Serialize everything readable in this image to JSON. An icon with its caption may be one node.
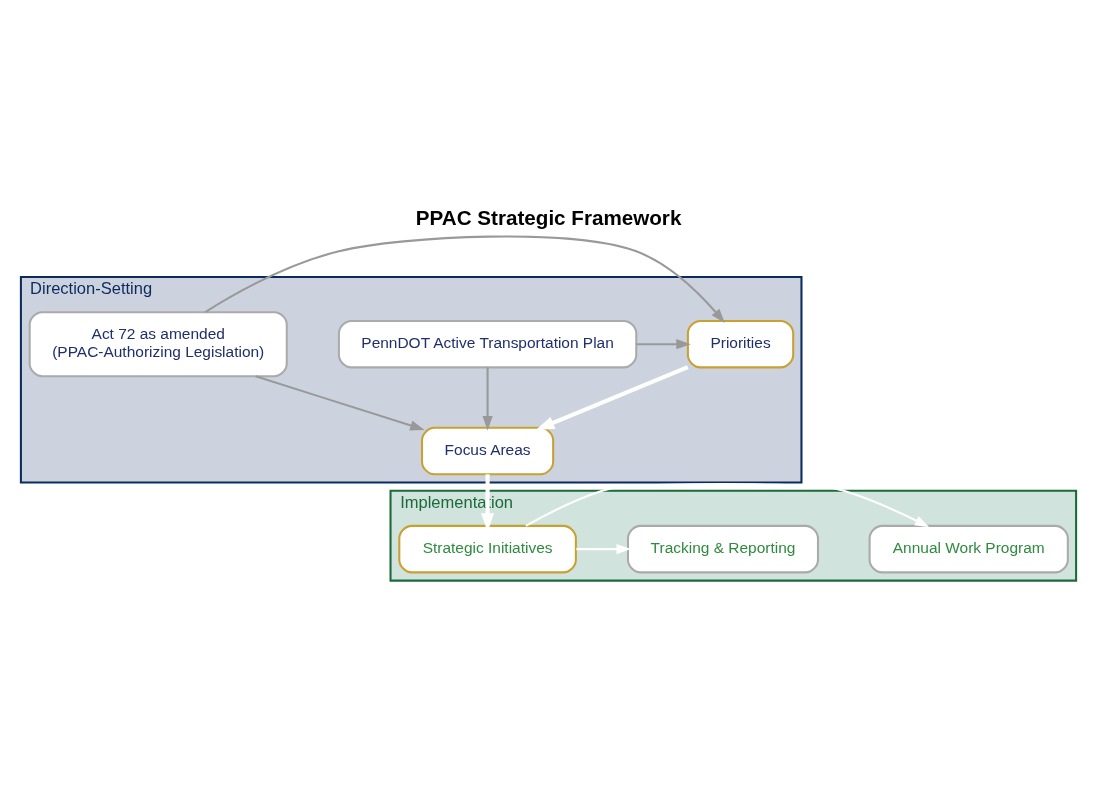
{
  "diagram": {
    "title": "PPAC Strategic Framework",
    "nodes": [
      {
        "text": [
          "Direction-Setting"
        ]
      },
      {
        "text": [
          "PennDOT Active Transportation Plan"
        ],
        "in": 0
      },
      {
        "text": [
          "Priorities"
        ],
        "in": 0
      },
      {
        "text": [
          "Focus Areas"
        ],
        "in": 0
      },
      {
        "text": [
          "Act 72 as amended",
          "(PPAC-Authorizing Legislation)"
        ],
        "in": 0
      },
      {
        "text": [
          "Implementation"
        ]
      },
      {
        "text": [
          "Annual Work Program"
        ],
        "in": 5
      },
      {
        "text": [
          "Strategic Initiatives"
        ],
        "in": 5
      },
      {
        "text": [
          "Tracking & Reporting"
        ],
        "in": 5
      }
    ],
    "edges": [
      {
        "from": 1,
        "to": 2,
        "arrow": "to",
        "color": "#999999"
      },
      {
        "from": 1,
        "to": 3,
        "arrow": "to",
        "color": "#999999"
      },
      {
        "from": 4,
        "to": 2,
        "arrow": "to",
        "color": "#999999"
      },
      {
        "from": 4,
        "to": 3,
        "arrow": "to",
        "color": "#999999"
      },
      {
        "from": 2,
        "to": 3,
        "arrow": "to",
        "style": "thick",
        "color": "#ffffff"
      },
      {
        "from": 3,
        "to": 7,
        "arrow": "to",
        "style": "thick",
        "color": "#ffffff"
      },
      {
        "from": 7,
        "to": 6,
        "arrow": "to",
        "color": "#ffffff"
      },
      {
        "from": 7,
        "to": 8,
        "arrow": "to",
        "color": "#ffffff"
      }
    ]
  }
}
